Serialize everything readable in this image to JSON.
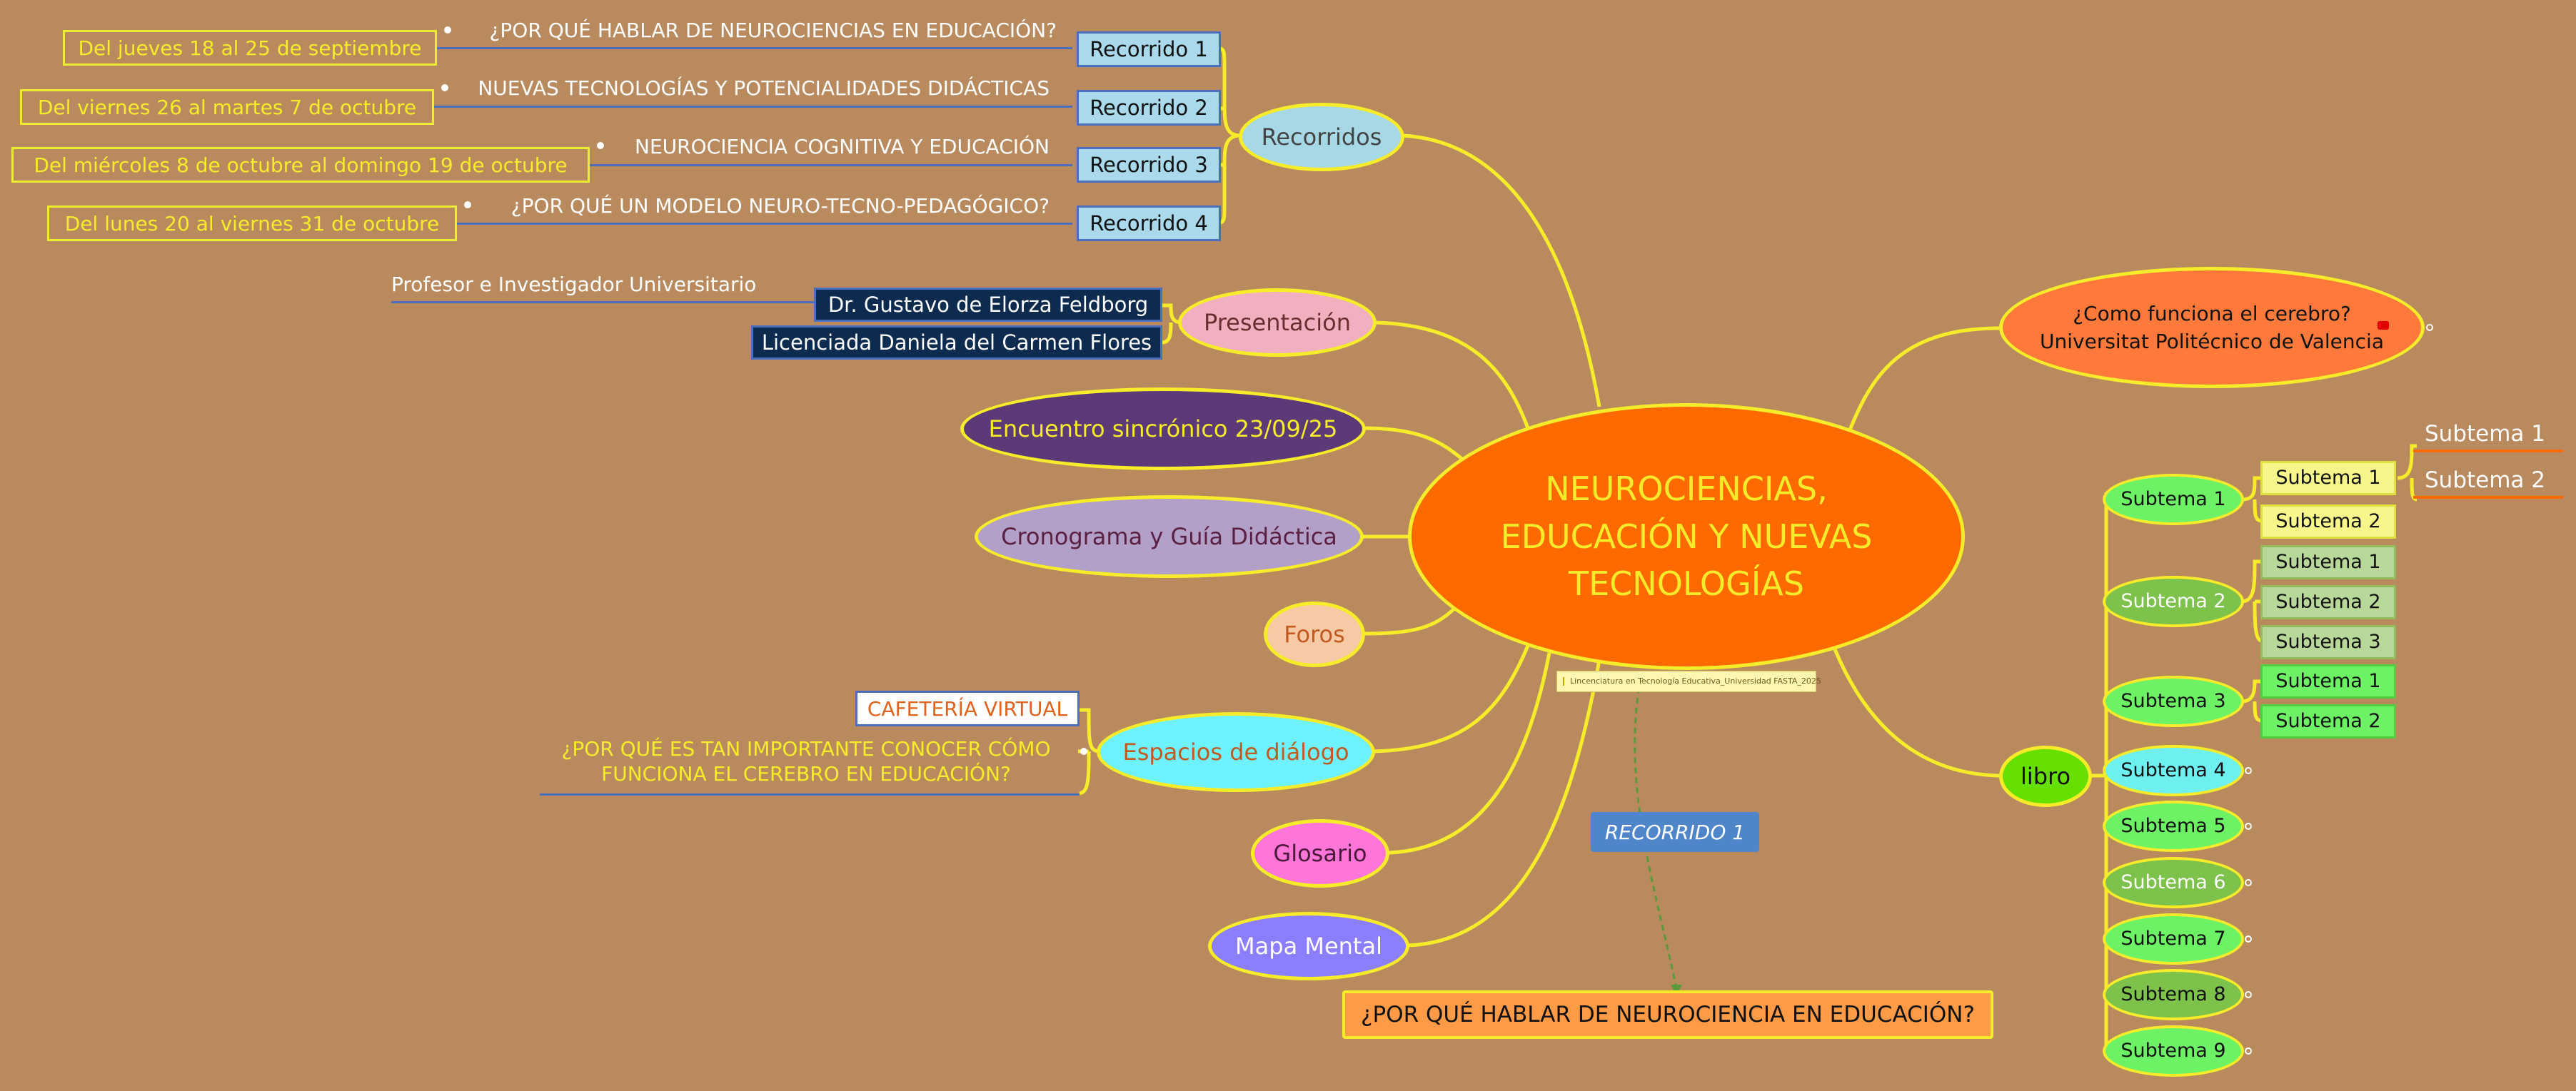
{
  "central": {
    "line1": "NEUROCIENCIAS,",
    "line2": "EDUCACIÓN  Y  NUEVAS",
    "line3": "TECNOLOGÍAS"
  },
  "note_label": "Lincenciatura en Tecnología Educativa_Universidad FASTA_2025",
  "recorridos": {
    "label": "Recorridos",
    "items": [
      {
        "label": "Recorrido 1",
        "topic": "¿POR QUÉ HABLAR DE NEUROCIENCIAS EN EDUCACIÓN?",
        "dates": "Del jueves 18 al 25 de septiembre"
      },
      {
        "label": "Recorrido 2",
        "topic": "NUEVAS TECNOLOGÍAS Y POTENCIALIDADES DIDÁCTICAS",
        "dates": "Del viernes 26 al martes 7 de octubre"
      },
      {
        "label": "Recorrido 3",
        "topic": "NEUROCIENCIA COGNITIVA Y EDUCACIÓN",
        "dates": "Del miércoles 8 de octubre al domingo 19 de octubre"
      },
      {
        "label": "Recorrido 4",
        "topic": "¿POR QUÉ UN MODELO NEURO-TECNO-PEDAGÓGICO?",
        "dates": "Del lunes 20 al viernes 31 de octubre"
      }
    ]
  },
  "presentacion": {
    "label": "Presentación",
    "person1": "Dr. Gustavo de Elorza Feldborg",
    "person1_role": "Profesor e Investigador Universitario",
    "person2": "Licenciada Daniela del Carmen Flores"
  },
  "encuentro": "Encuentro sincrónico 23/09/25",
  "cronograma": "Cronograma y Guía Didáctica",
  "foros": "Foros",
  "espacios": {
    "label": "Espacios de diálogo",
    "cafeteria": "CAFETERÍA VIRTUAL",
    "question_line1": "¿POR QUÉ ES TAN IMPORTANTE CONOCER CÓMO",
    "question_line2": "FUNCIONA EL CEREBRO EN EDUCACIÓN?"
  },
  "glosario": "Glosario",
  "mapa_mental": "Mapa Mental",
  "recorrido1_tag": "RECORRIDO 1",
  "bottom_question": "¿POR QUÉ HABLAR DE NEUROCIENCIA EN EDUCACIÓN?",
  "cerebro": {
    "line1": "¿Como funciona el cerebro?",
    "line2": "Universitat Politécnico de Valencia"
  },
  "libro": {
    "label": "libro",
    "subtemas": [
      "Subtema 1",
      "Subtema 2",
      "Subtema 3",
      "Subtema 4",
      "Subtema 5",
      "Subtema 6",
      "Subtema 7",
      "Subtema 8",
      "Subtema 9"
    ],
    "sub1_children": [
      "Subtema 1",
      "Subtema 2"
    ],
    "sub1_grandchildren": [
      "Subtema 1",
      "Subtema 2"
    ],
    "sub2_children": [
      "Subtema 1",
      "Subtema 2",
      "Subtema 3"
    ],
    "sub3_children": [
      "Subtema 1",
      "Subtema 2"
    ]
  },
  "colors": {
    "background": "#b98a5e",
    "connector": "#f6ec2a",
    "central_fill": "#ff6a00",
    "text_yellow": "#f6ec2a"
  }
}
